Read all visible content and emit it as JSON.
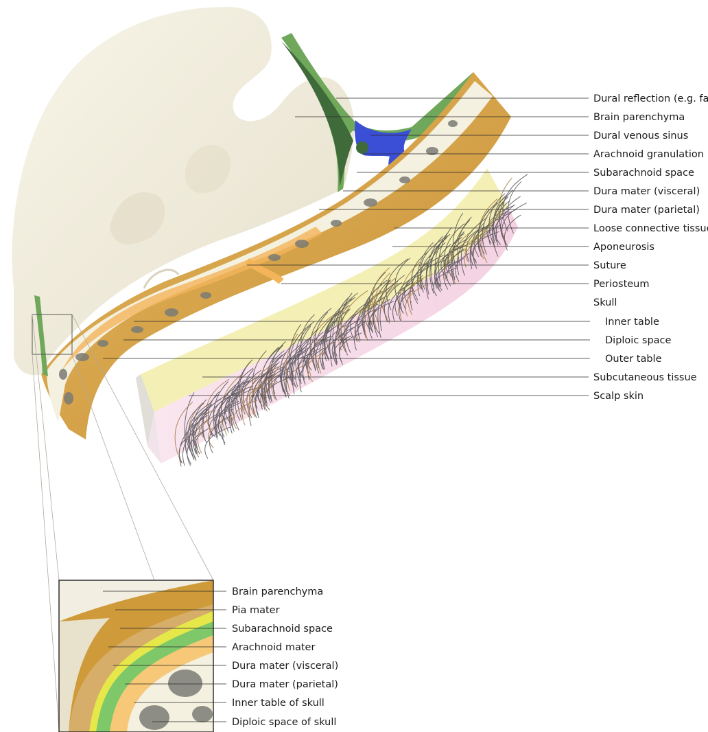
{
  "main_labels": [
    "Dural reflection (e.g. falx)",
    "Brain parenchyma",
    "Dural venous sinus",
    "Arachnoid granulation",
    "Subarachnoid space",
    "Dura mater (visceral)",
    "Dura mater (parietal)",
    "Loose connective tissue",
    "Aponeurosis",
    "Suture",
    "Periosteum",
    "Skull",
    "Inner table",
    "Diploic space",
    "Outer table",
    "Subcutaneous tissue",
    "Scalp skin"
  ],
  "inset_labels": [
    "Brain parenchyma",
    "Pia mater",
    "Subarachnoid space",
    "Arachnoid mater",
    "Dura mater (visceral)",
    "Dura mater (parietal)",
    "Inner table of skull",
    "Diploic space of skull"
  ],
  "colors": {
    "brain": "#f2efe2",
    "brain_shadow": "#d8d2bd",
    "dura_green": "#6fa85a",
    "dura_dark": "#3f6a3a",
    "sinus_blue": "#3a4fd6",
    "periosteum_orange": "#f3b45a",
    "skull_tan": "#d9a94c",
    "skull_light": "#f4f1e0",
    "diploe_gray": "#7b7b74",
    "aponeurosis_yellow": "#f4efb4",
    "scalp_pink": "#f6dbe9",
    "hair_dark": "#3b3a40",
    "inset_pia": "#c98a2e",
    "inset_arachnoid": "#e6e84a",
    "inset_dura_visceral": "#7fc86a",
    "inset_dura_parietal": "#f7c878"
  }
}
